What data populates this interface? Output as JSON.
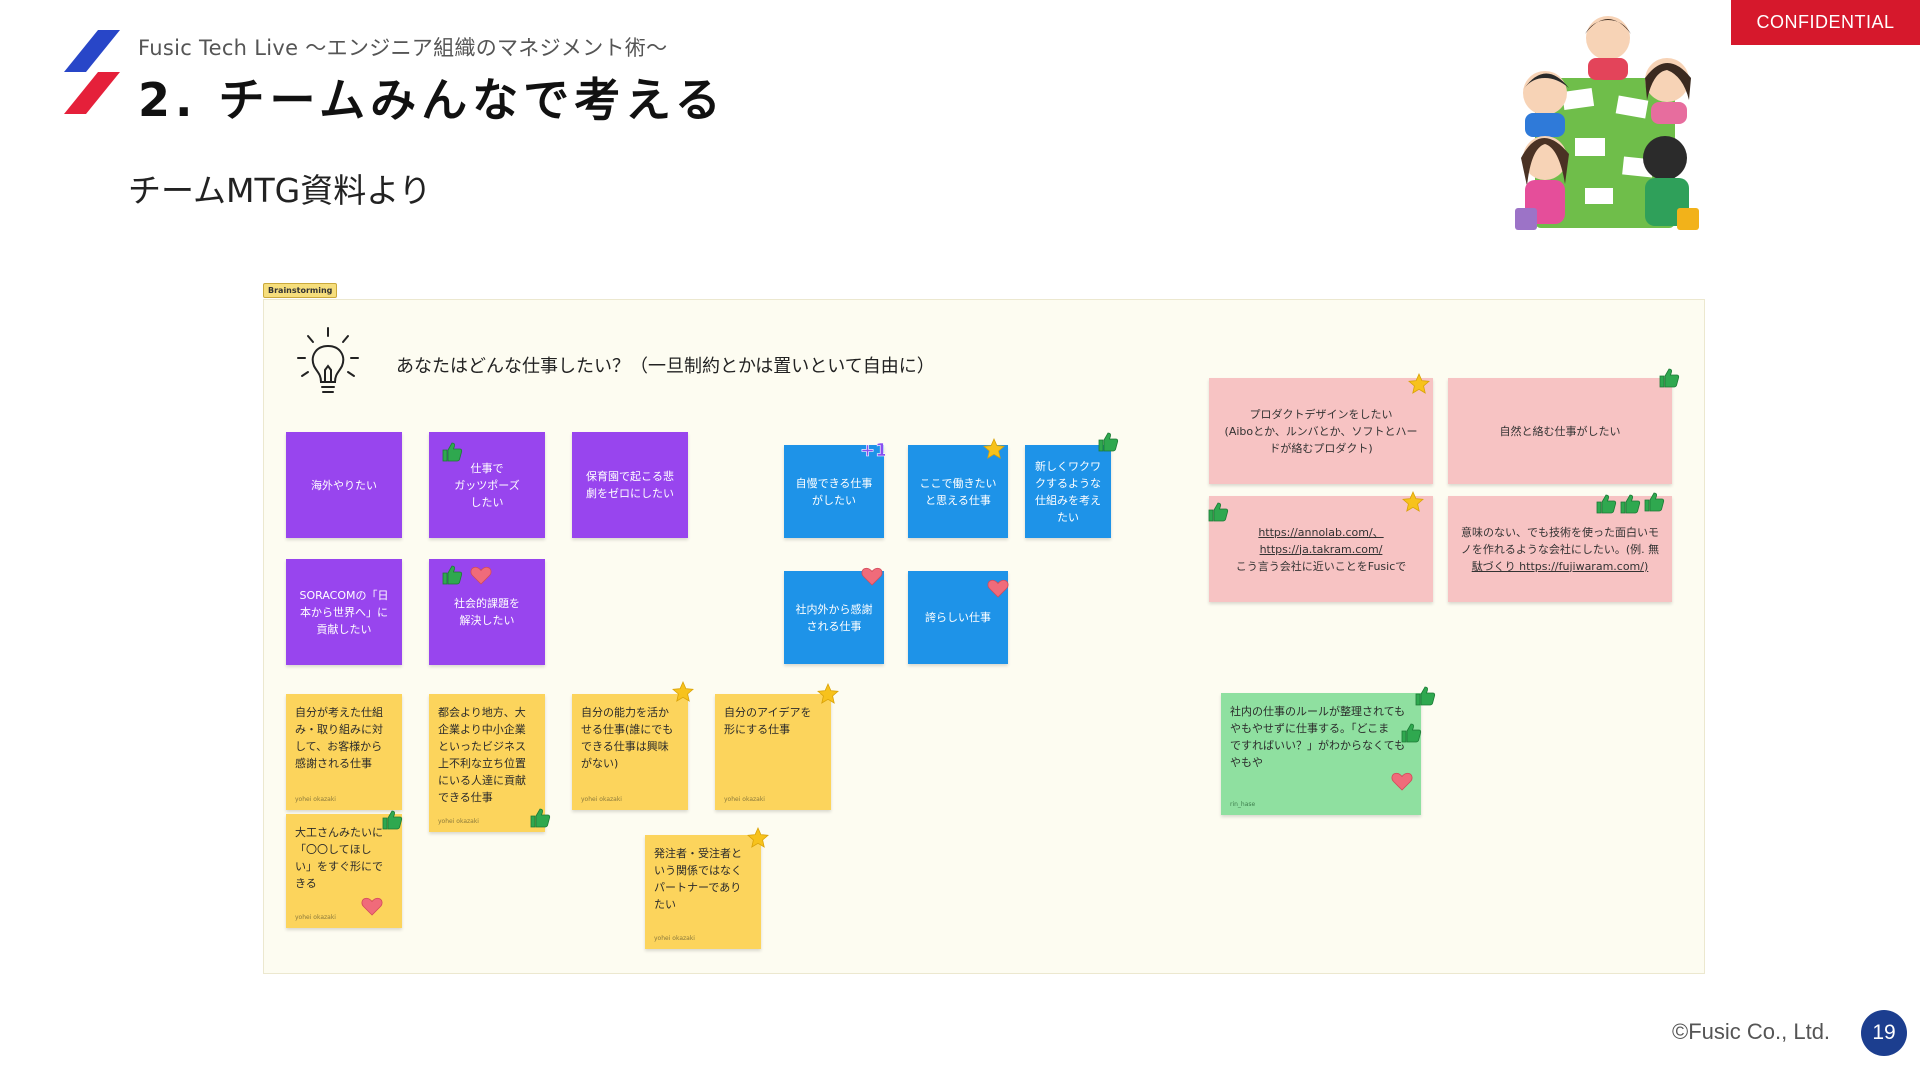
{
  "header": {
    "kicker": "Fusic Tech Live ～エンジニア組織のマネジメント術～",
    "title": "2. チームみんなで考える",
    "subtitle": "チームMTG資料より",
    "confidential": "CONFIDENTIAL",
    "accent_colors": {
      "blue": "#2846c8",
      "red": "#e5203a"
    }
  },
  "board": {
    "tag": "Brainstorming",
    "question": "あなたはどんな仕事したい？（一旦制約とかは置いといて自由に）",
    "notes": [
      {
        "id": "p1",
        "color": "purple",
        "lines": [
          "海外やりたい"
        ]
      },
      {
        "id": "p2",
        "color": "purple",
        "lines": [
          "仕事で",
          "ガッツポーズ",
          "したい"
        ]
      },
      {
        "id": "p3",
        "color": "purple",
        "lines": [
          "保育園で起こる悲",
          "劇をゼロにしたい"
        ]
      },
      {
        "id": "p4",
        "color": "purple",
        "lines": [
          "SORACOMの「日",
          "本から世界へ」に",
          "貢献したい"
        ]
      },
      {
        "id": "p5",
        "color": "purple",
        "lines": [
          "社会的課題を",
          "解決したい"
        ]
      },
      {
        "id": "b1",
        "color": "blue",
        "lines": [
          "自慢できる仕事",
          "がしたい"
        ]
      },
      {
        "id": "b2",
        "color": "blue",
        "lines": [
          "ここで働きたい",
          "と思える仕事"
        ]
      },
      {
        "id": "b3",
        "color": "blue",
        "lines": [
          "新しくワクワ",
          "クするような",
          "仕組みを考え",
          "たい"
        ]
      },
      {
        "id": "b4",
        "color": "blue",
        "lines": [
          "社内外から感謝",
          "される仕事"
        ]
      },
      {
        "id": "b5",
        "color": "blue",
        "lines": [
          "誇らしい仕事"
        ]
      },
      {
        "id": "y1",
        "color": "yellow",
        "lines": [
          "自分が考えた仕組",
          "み・取り組みに対",
          "して、お客様から",
          "感謝される仕事"
        ],
        "author": "yohei okazaki"
      },
      {
        "id": "y2",
        "color": "yellow",
        "lines": [
          "都会より地方、大",
          "企業より中小企業",
          "といったビジネス",
          "上不利な立ち位置",
          "にいる人達に貢献",
          "できる仕事"
        ],
        "author": "yohei okazaki"
      },
      {
        "id": "y3",
        "color": "yellow",
        "lines": [
          "自分の能力を活か",
          "せる仕事(誰にでも",
          "できる仕事は興味",
          "がない)"
        ],
        "author": "yohei okazaki"
      },
      {
        "id": "y4",
        "color": "yellow",
        "lines": [
          "自分のアイデアを",
          "形にする仕事"
        ],
        "author": "yohei okazaki"
      },
      {
        "id": "y5",
        "color": "yellow",
        "lines": [
          "大工さんみたいに",
          "「〇〇してほし",
          "い」をすぐ形にで",
          "きる"
        ],
        "author": "yohei okazaki"
      },
      {
        "id": "y6",
        "color": "yellow",
        "lines": [
          "発注者・受注者と",
          "いう関係ではなく",
          "パートナーであり",
          "たい"
        ],
        "author": "yohei okazaki"
      },
      {
        "id": "k1",
        "color": "pink",
        "lines": [
          "プロダクトデザインをしたい",
          "(Aiboとか、ルンバとか、ソフトとハー",
          "ドが絡むプロダクト)"
        ]
      },
      {
        "id": "k2",
        "color": "pink",
        "lines": [
          "自然と絡む仕事がしたい"
        ]
      },
      {
        "id": "k3",
        "color": "pink",
        "lines": [
          "https://annolab.com/、",
          "https://ja.takram.com/",
          "こう言う会社に近いことをFusicで"
        ]
      },
      {
        "id": "k4",
        "color": "pink",
        "lines": [
          "意味のない、でも技術を使った面白いモ",
          "ノを作れるような会社にしたい。(例. 無",
          "駄づくり https://fujiwaram.com/)"
        ]
      },
      {
        "id": "g1",
        "color": "green",
        "lines": [
          "社内の仕事のルールが整理されても",
          "やもやせずに仕事する。「どこま",
          "ですればいい？」がわからなくても",
          "やもや"
        ],
        "author": "rin_hase"
      }
    ]
  },
  "stickers": {
    "icons": [
      "thumbs-up-icon",
      "heart-icon",
      "star-icon",
      "plus-one-icon"
    ],
    "colors": {
      "thumb": "#2fa84f",
      "heart": "#f06b7a",
      "star": "#f7c21c",
      "plus": "#8a4ff0"
    }
  },
  "footer": {
    "copyright": "©Fusic Co., Ltd.",
    "page": "19"
  }
}
